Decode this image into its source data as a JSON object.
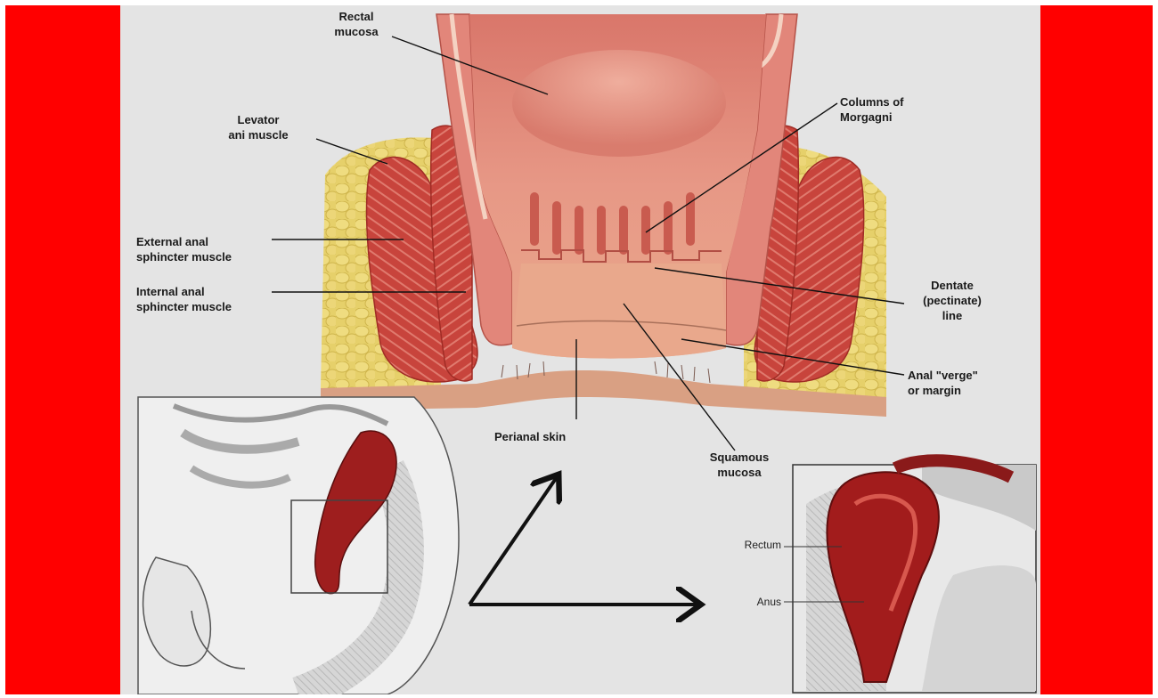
{
  "labels": {
    "rectal_mucosa": "Rectal\nmucosa",
    "levator_ani": "Levator\nani muscle",
    "columns_morgagni": "Columns of\nMorgagni",
    "external_sphincter": "External anal\nsphincter muscle",
    "internal_sphincter": "Internal anal\nsphincter muscle",
    "dentate_line": "Dentate\n(pectinate)\nline",
    "anal_verge": "Anal \"verge\"\nor margin",
    "perianal_skin": "Perianal skin",
    "squamous_mucosa": "Squamous\nmucosa",
    "rectum": "Rectum",
    "anus": "Anus"
  },
  "colors": {
    "side_bars": "#ff0000",
    "panel_background": "#e4e4e4",
    "muscle": "#c8443c",
    "fat": "#e6d06a",
    "mucosa": "#e89a84",
    "skin": "#d9a083"
  }
}
